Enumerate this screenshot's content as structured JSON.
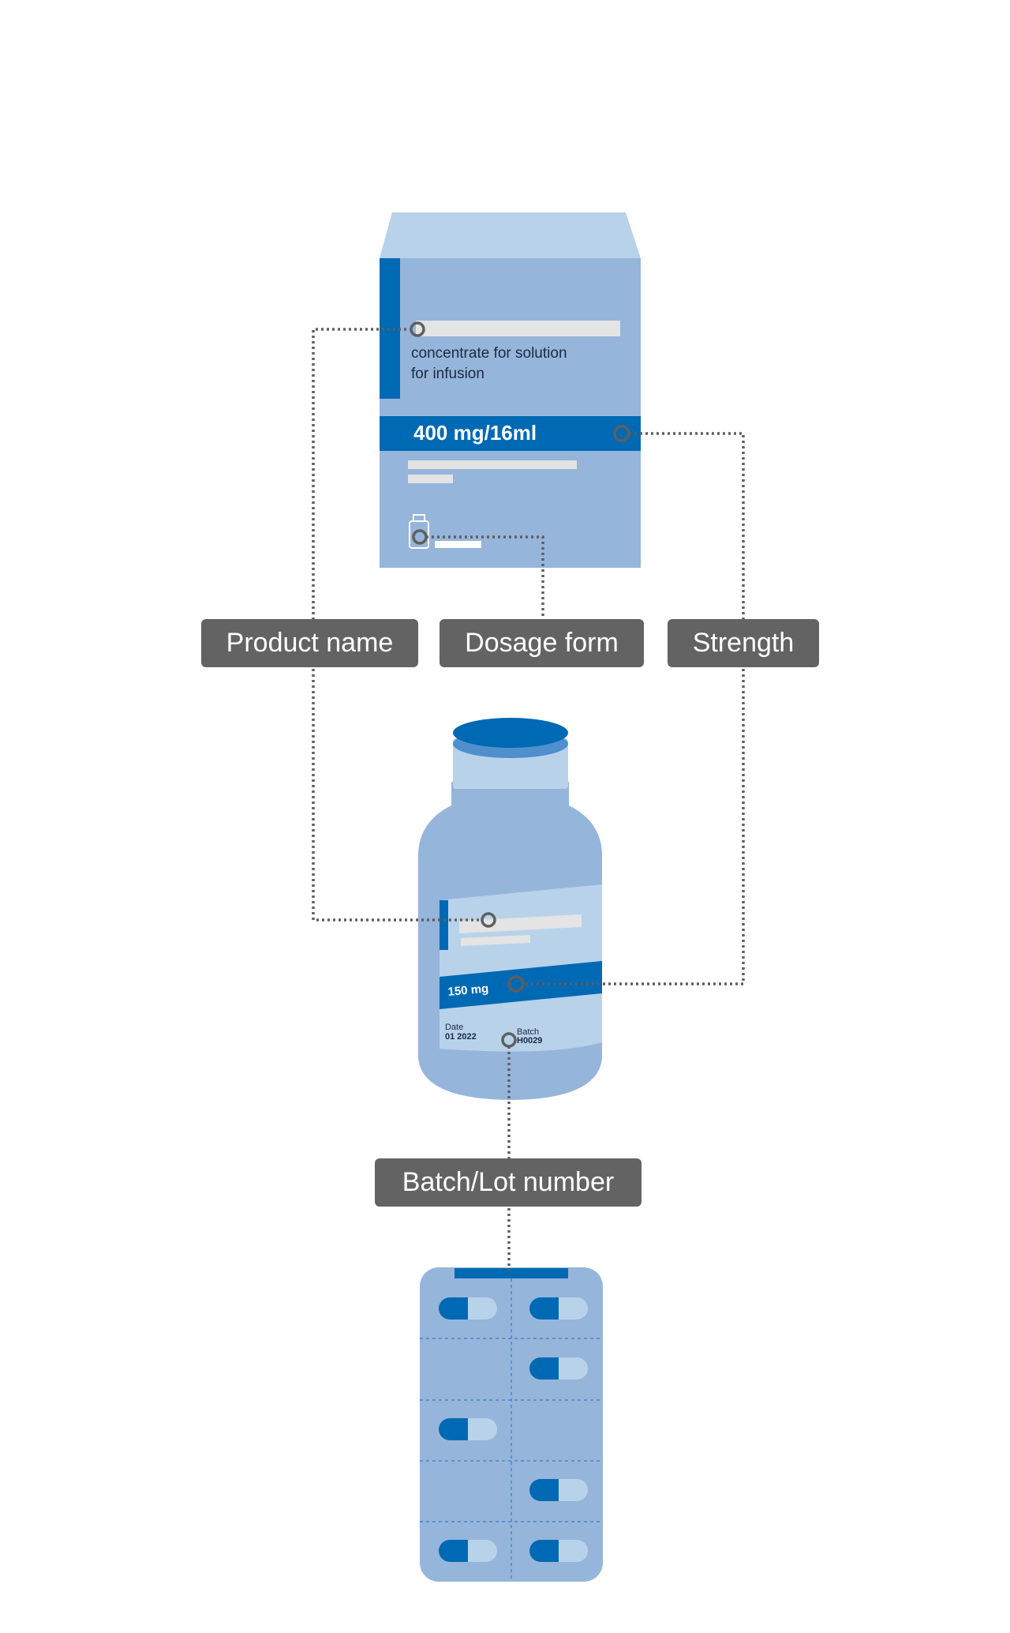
{
  "labels": {
    "product_name": "Product name",
    "dosage_form": "Dosage form",
    "strength": "Strength",
    "batch_lot_number": "Batch/Lot number"
  },
  "box": {
    "dosage_text_line1": "concentrate for  solution",
    "dosage_text_line2": "for infusion",
    "strength_text": "400 mg/16ml"
  },
  "bottle": {
    "strength_text": "150 mg",
    "date_label": "Date",
    "date_value": "01 2022",
    "batch_label": "Batch",
    "batch_value": "H0029"
  },
  "colors": {
    "primary_blue": "#0069b4",
    "package_blue": "#96b5db",
    "light_blue": "#b8d2ea",
    "label_gray": "#636363",
    "connector_gray": "#5f5f5f"
  }
}
